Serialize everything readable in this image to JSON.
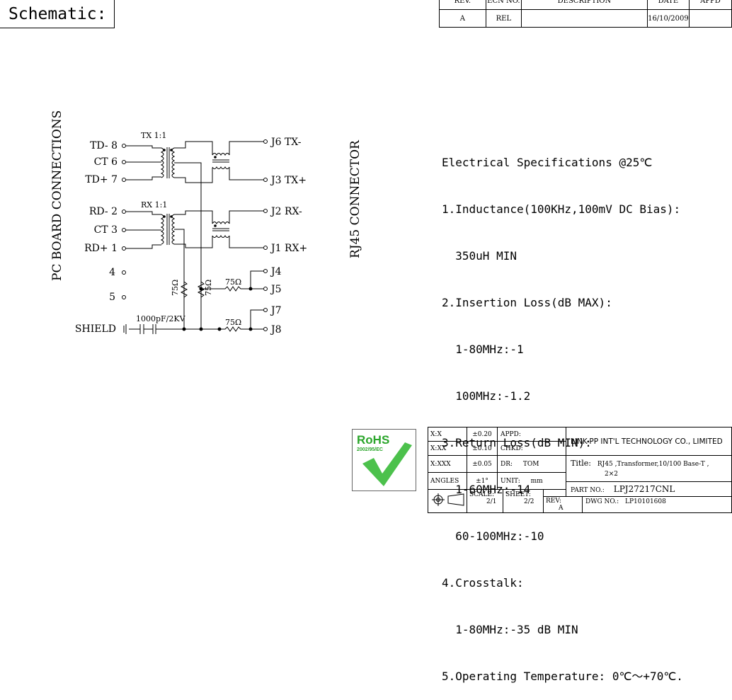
{
  "header": {
    "schematic_label": "Schematic:"
  },
  "revision_table": {
    "headers": [
      "REV.",
      "ECN NO.",
      "DESCRIPTION",
      "DATE",
      "APPD"
    ],
    "row": [
      "A",
      "REL",
      "",
      "16/10/2009",
      ""
    ]
  },
  "circuit": {
    "left_side_label": "PC BOARD CONNECTIONS",
    "right_side_label": "RJ45 CONNECTOR",
    "tx_label": "TX  1:1",
    "rx_label": "RX  1:1",
    "pins_left": [
      "TD- 8",
      "CT 6",
      "TD+ 7",
      "RD- 2",
      "CT 3",
      "RD+ 1",
      "4",
      "5"
    ],
    "pins_right": [
      "J6 TX-",
      "J3 TX+",
      "J2 RX-",
      "J1 RX+",
      "J4",
      "J5",
      "J7",
      "J8"
    ],
    "resistor_label": "75Ω",
    "capacitor_label": "1000pF/2KV",
    "shield_label": "SHIELD"
  },
  "specs": {
    "lines": [
      "Electrical Specifications @25℃",
      "1.Inductance(100KHz,100mV DC Bias):",
      "  350uH MIN",
      "2.Insertion Loss(dB MAX):",
      "  1-80MHz:-1",
      "  100MHz:-1.2",
      "3.Return Loss(dB MIN):",
      "  1-60MHz:-14",
      "  60-100MHz:-10",
      "4.Crosstalk:",
      "  1-80MHz:-35 dB MIN",
      "5.Operating Temperature: 0℃～+70℃."
    ]
  },
  "rohs": {
    "title": "RoHS",
    "subtitle": "2002/95/EC"
  },
  "title_block": {
    "tol_rows": [
      {
        "label": "X:X",
        "value": "±0.20"
      },
      {
        "label": "X:XX",
        "value": "±0.10"
      },
      {
        "label": "X:XXX",
        "value": "±0.05"
      },
      {
        "label": "ANGLES",
        "value": "±1°"
      }
    ],
    "appd": "APPD:",
    "chkd": "CHKD:",
    "dr": "DR:",
    "dr_value": "TOM",
    "unit": "UNIT:",
    "unit_value": "mm",
    "company": "LINK-PP INT'L TECHNOLOGY CO., LIMITED",
    "title_label": "Title:",
    "title_value": "RJ45 ,Transformer,10/100 Base-T ,",
    "title_value2": "2×2",
    "part_no_label": "PART NO.:",
    "part_no_value": "LPJ27217CNL",
    "scale_label": "SCALE:",
    "scale_value": "2/1",
    "sheet_label": "SHEET:",
    "sheet_value": "2/2",
    "rev_label": "REV:",
    "rev_value": "A",
    "dwg_label": "DWG NO.:",
    "dwg_value": "LP10101608"
  }
}
